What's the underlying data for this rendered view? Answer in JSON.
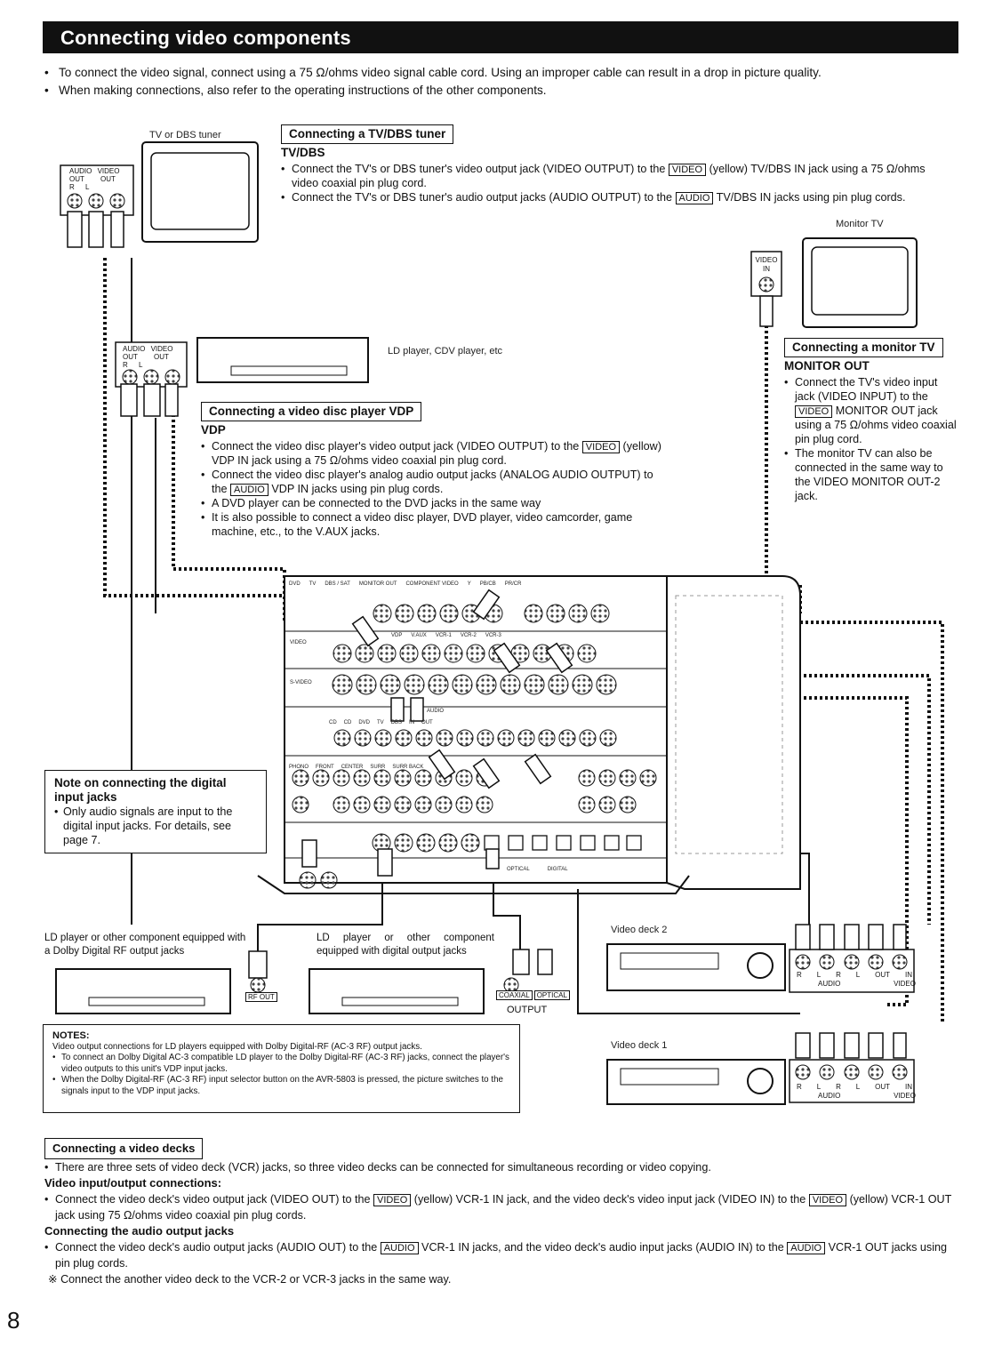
{
  "header": {
    "title": "Connecting video components"
  },
  "intro": [
    "To connect the video signal, connect using a 75 Ω/ohms video signal cable cord. Using an improper cable can result in a drop in picture quality.",
    "When making connections, also refer to the operating instructions of the other components."
  ],
  "tv_tuner": {
    "device_label": "TV or DBS tuner",
    "jack_audio": "AUDIO",
    "jack_out": "OUT",
    "jack_video": "VIDEO",
    "jack_video_out": "OUT",
    "jack_r": "R",
    "jack_l": "L",
    "box_title": "Connecting a TV/DBS tuner",
    "heading": "TV/DBS",
    "b1_a": "Connect the TV's or DBS tuner's video output jack (VIDEO OUTPUT) to the",
    "b1_tag": "VIDEO",
    "b1_b": "(yellow) TV/DBS IN jack using a 75 Ω/ohms video coaxial pin plug cord.",
    "b2_a": "Connect the TV's or DBS tuner's audio output jacks (AUDIO OUTPUT) to the",
    "b2_tag": "AUDIO",
    "b2_b": "TV/DBS IN jacks using pin plug cords."
  },
  "monitor": {
    "device_label": "Monitor TV",
    "jack_video": "VIDEO",
    "jack_in": "IN",
    "box_title": "Connecting a monitor TV",
    "heading": "MONITOR OUT",
    "b1_a": "Connect the TV's video input jack (VIDEO INPUT) to the",
    "b1_tag": "VIDEO",
    "b1_b": "MONITOR OUT jack using a 75 Ω/ohms video coaxial pin plug cord.",
    "b2": "The monitor TV can also be connected in the same way to the VIDEO MONITOR OUT-2 jack."
  },
  "vdp": {
    "device_label": "LD player, CDV player, etc",
    "jack_audio": "AUDIO",
    "jack_out": "OUT",
    "jack_video": "VIDEO",
    "jack_video_out": "OUT",
    "jack_r": "R",
    "jack_l": "L",
    "box_title": "Connecting a video disc player VDP",
    "heading": "VDP",
    "b1_a": "Connect the video disc player's video output jack (VIDEO OUTPUT) to the",
    "b1_tag": "VIDEO",
    "b1_b": "(yellow) VDP IN jack using a 75 Ω/ohms video coaxial pin plug cord.",
    "b2_a": "Connect the video disc player's analog audio output jacks (ANALOG AUDIO OUTPUT) to the",
    "b2_tag": "AUDIO",
    "b2_b": "VDP IN jacks using pin plug cords.",
    "b3": "A DVD player can be connected to the DVD jacks in the same way",
    "b4": "It is also possible to connect a video disc player, DVD player, video camcorder, game machine, etc., to the V.AUX jacks."
  },
  "digital_note": {
    "title": "Note on connecting the digital input jacks",
    "body": "Only audio signals are input to the digital input jacks. For details, see page 7."
  },
  "rf_player": {
    "label": "LD player or other component equipped with a Dolby Digital RF output jacks",
    "jack": "RF OUT"
  },
  "digital_player": {
    "label": "LD player or other component equipped with digital output jacks",
    "jack_coaxial": "COAXIAL",
    "jack_optical": "OPTICAL",
    "output": "OUTPUT"
  },
  "notes": {
    "title": "NOTES:",
    "line0": "Video output connections for LD players equipped with Dolby Digital-RF (AC-3 RF) output jacks.",
    "items": [
      "To connect an Dolby Digital AC-3 compatible LD player to the Dolby Digital-RF (AC-3 RF) jacks, connect the player's video outputs to this unit's VDP input jacks.",
      "When the Dolby Digital-RF (AC-3 RF) input selector button on the AVR-5803 is pressed, the picture switches to the signals input to the VDP input jacks."
    ]
  },
  "decks": {
    "deck2_label": "Video deck 2",
    "deck1_label": "Video deck 1",
    "jack_r": "R",
    "jack_l": "L",
    "jack_out": "OUT",
    "jack_in": "IN",
    "jack_audio": "AUDIO",
    "jack_video": "VIDEO"
  },
  "receiver": {
    "labels": [
      "DVD",
      "TV",
      "DBS / SAT",
      "MONITOR OUT",
      "COMPONENT VIDEO",
      "VIDEO",
      "S-VIDEO",
      "IN",
      "OUT",
      "AUDIO",
      "VDP",
      "V.AUX",
      "VCR-1",
      "VCR-2",
      "VCR-3",
      "CD",
      "PHONO",
      "FRONT",
      "CENTER",
      "SURR",
      "SURR BACK",
      "OPTICAL",
      "DIGITAL",
      "CD",
      "DVD",
      "TV",
      "DBS",
      "Y",
      "PB/CB",
      "PR/CR"
    ]
  },
  "video_decks_section": {
    "box_title": "Connecting a video decks",
    "intro": "There are three sets of video deck (VCR) jacks, so three video decks can be connected for simultaneous recording or video copying.",
    "h1": "Video input/output connections:",
    "p1_a": "Connect the video deck's video output jack (VIDEO OUT) to the",
    "p1_tag1": "VIDEO",
    "p1_b": "(yellow) VCR-1 IN jack, and the video deck's video input jack (VIDEO IN) to the",
    "p1_tag2": "VIDEO",
    "p1_c": "(yellow) VCR-1 OUT jack using 75 Ω/ohms video coaxial pin plug cords.",
    "h2": "Connecting the audio output jacks",
    "p2_a": "Connect the video deck's audio output jacks (AUDIO OUT) to the",
    "p2_tag1": "AUDIO",
    "p2_b": "VCR-1 IN jacks, and the video deck's audio input jacks (AUDIO IN) to the",
    "p2_tag2": "AUDIO",
    "p2_c": "VCR-1 OUT jacks using pin plug cords.",
    "note_mark": "※",
    "note": "Connect the another video deck to the VCR-2 or VCR-3 jacks in the same way."
  },
  "page_number": "8"
}
